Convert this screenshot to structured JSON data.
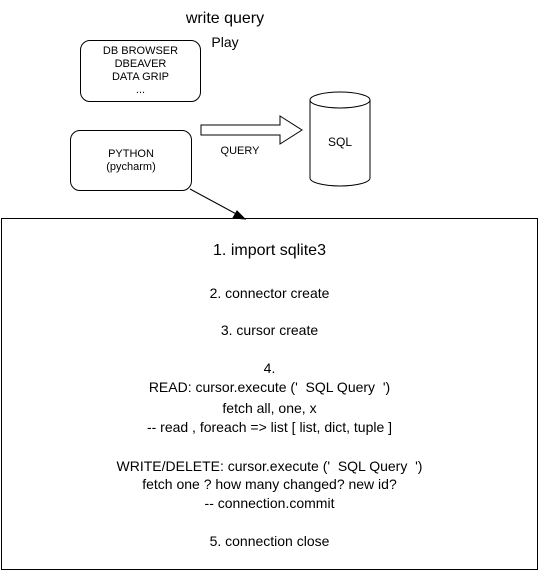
{
  "header": {
    "title": "write query",
    "subtitle": "Play"
  },
  "db_tools_box": {
    "lines": [
      "DB BROWSER",
      "DBEAVER",
      "DATA GRIP",
      "..."
    ]
  },
  "python_box": {
    "lines": [
      "PYTHON",
      "(pycharm)"
    ]
  },
  "arrow_label": "QUERY",
  "database": {
    "label": "SQL"
  },
  "steps": {
    "step1": "1. import sqlite3",
    "step2": "2. connector create",
    "step3": "3. cursor create",
    "step4_title": "4.",
    "read_1": "READ: cursor.execute ('  SQL Query  ')",
    "read_2": "fetch all, one, x",
    "read_3": "-- read , foreach => list [ list, dict, tuple ]",
    "write_1": "WRITE/DELETE: cursor.execute ('  SQL Query  ')",
    "write_2": "fetch one ? how many changed? new id?",
    "write_3": "-- connection.commit",
    "step5": "5. connection close"
  }
}
